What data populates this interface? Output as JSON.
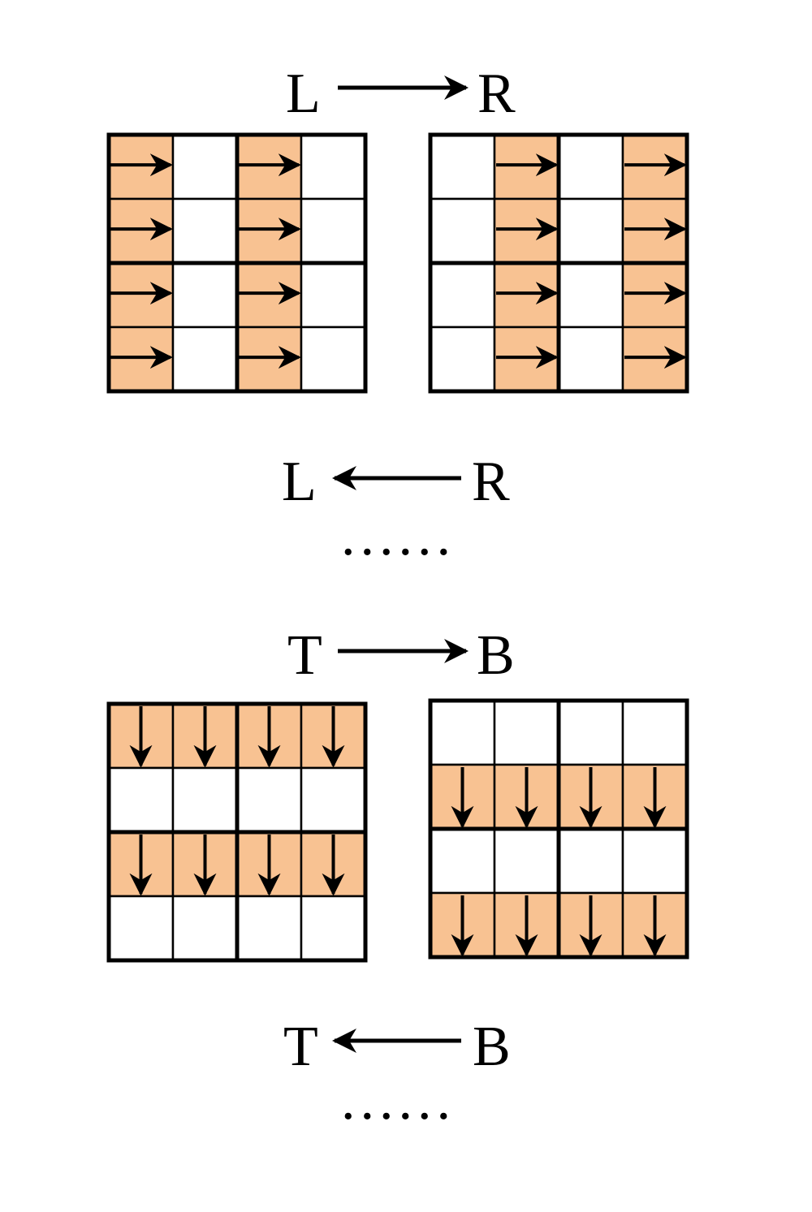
{
  "colors": {
    "filled": "#f8c292",
    "grid": "#000000",
    "background": "#ffffff"
  },
  "sections": [
    {
      "id": "horizontal",
      "forward": {
        "from": "L",
        "to": "R",
        "direction": "right"
      },
      "backward": {
        "from": "L",
        "to": "R",
        "direction": "left"
      },
      "ellipsis": "......",
      "arrow_glyph": "right-arrow-icon",
      "grids": [
        {
          "name": "grid-lr-left",
          "highlighted_columns": [
            0,
            2
          ],
          "highlighted_rows": []
        },
        {
          "name": "grid-lr-right",
          "highlighted_columns": [
            1,
            3
          ],
          "highlighted_rows": []
        }
      ]
    },
    {
      "id": "vertical",
      "forward": {
        "from": "T",
        "to": "B",
        "direction": "right"
      },
      "backward": {
        "from": "T",
        "to": "B",
        "direction": "left"
      },
      "ellipsis": "......",
      "arrow_glyph": "down-arrow-icon",
      "grids": [
        {
          "name": "grid-tb-left",
          "highlighted_columns": [],
          "highlighted_rows": [
            0,
            2
          ]
        },
        {
          "name": "grid-tb-right",
          "highlighted_columns": [],
          "highlighted_rows": [
            1,
            3
          ]
        }
      ]
    }
  ]
}
